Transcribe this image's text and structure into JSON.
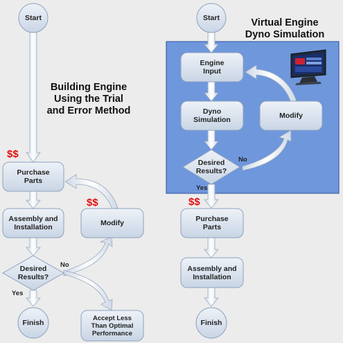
{
  "left_flow": {
    "title": "Building Engine\nUsing the Trial\nand Error Method",
    "start": "Start",
    "purchase": "Purchase\nParts",
    "assembly": "Assembly and\nInstallation",
    "modify": "Modify",
    "decision": "Desired\nResults?",
    "finish": "Finish",
    "accept": "Accept Less\nThan Optimal\nPerformance",
    "no_label": "No",
    "yes_label": "Yes",
    "cost_marker": "$$"
  },
  "right_flow": {
    "title": "Virtual Engine\nDyno Simulation",
    "start": "Start",
    "engine_input": "Engine\nInput",
    "dyno_sim": "Dyno\nSimulation",
    "modify": "Modify",
    "decision": "Desired\nResults?",
    "purchase": "Purchase\nParts",
    "assembly": "Assembly and\nInstallation",
    "finish": "Finish",
    "no_label": "No",
    "yes_label": "Yes",
    "cost_marker": "$$"
  },
  "icons": {
    "monitor": "computer-monitor-icon"
  },
  "colors": {
    "node_fill": "#d9e2ee",
    "node_stroke": "#8da2bd",
    "panel_fill": "#6f97dc",
    "panel_stroke": "#3f62a8",
    "money": "#e01010",
    "background": "#ececec"
  }
}
